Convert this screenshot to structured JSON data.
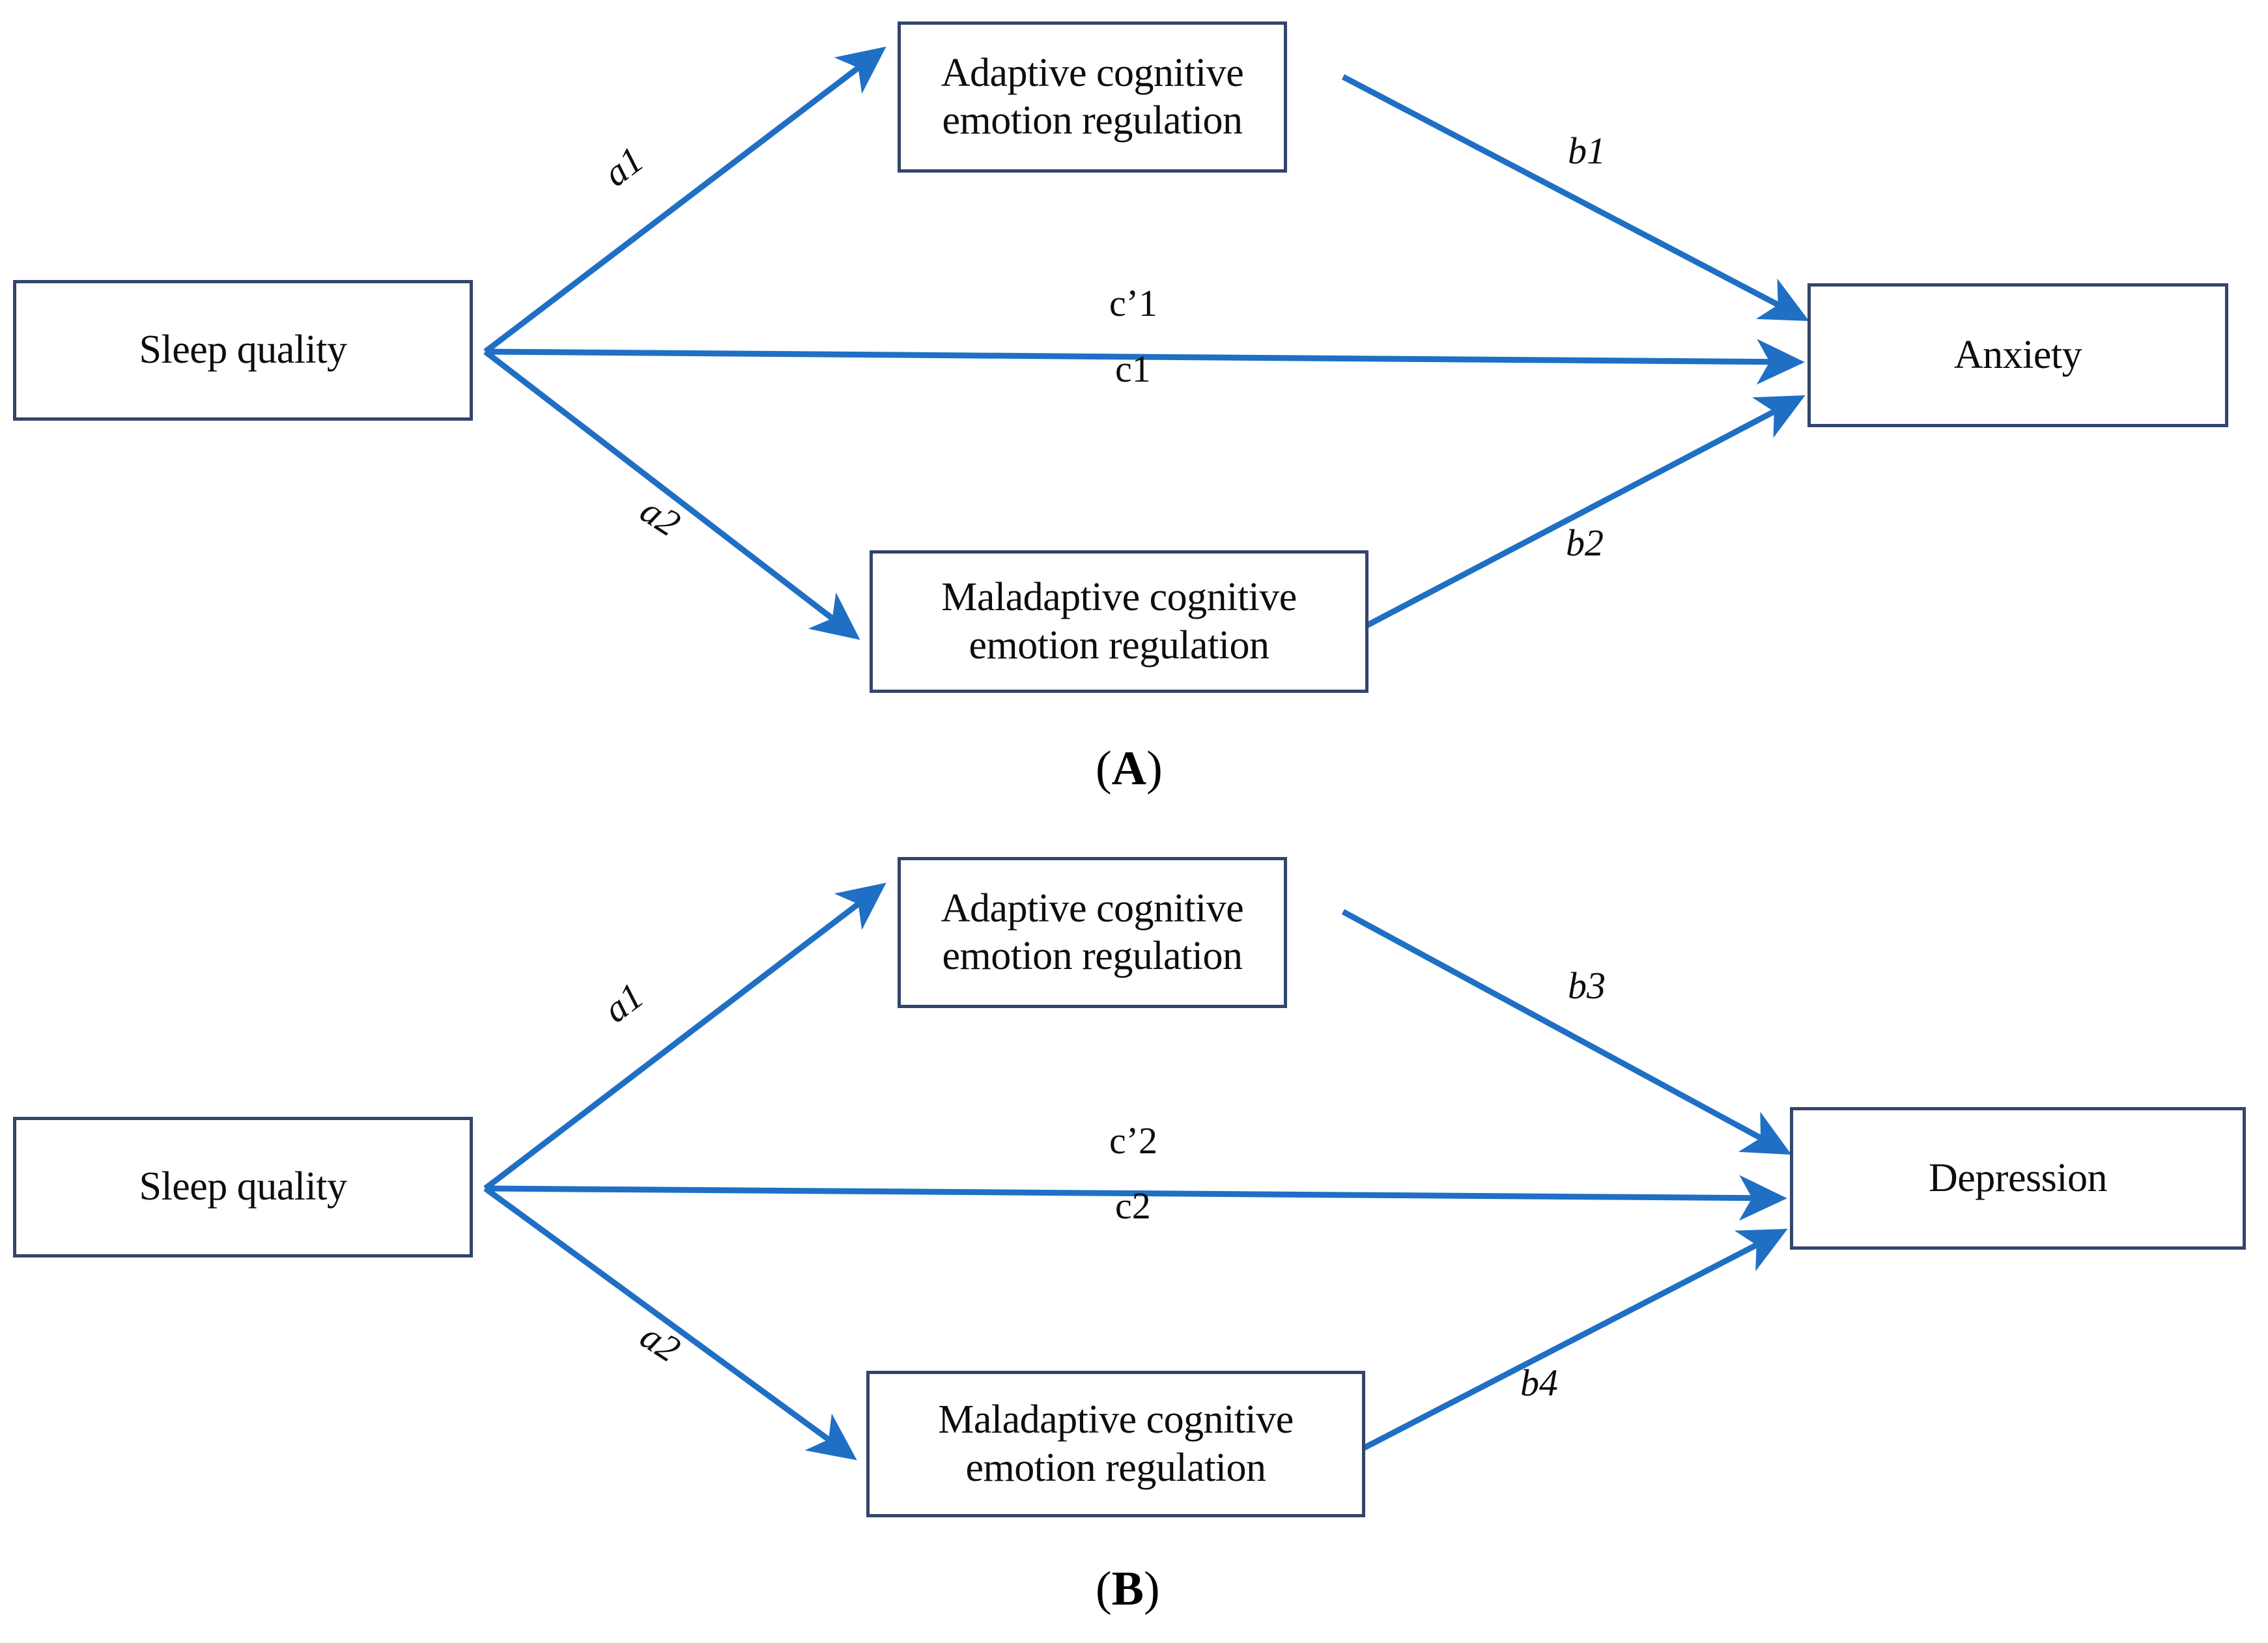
{
  "figure": {
    "type": "mediation-path-diagram",
    "accent_color": "#1f6fc4",
    "box_border_color": "#33456b",
    "text_color": "#0d0d0d",
    "background": "#ffffff"
  },
  "panels": [
    {
      "id": "A",
      "caption_open": "(",
      "caption_letter": "A",
      "caption_close": ")",
      "nodes": {
        "predictor": "Sleep quality",
        "mediator_top": "Adaptive cognitive emotion regulation",
        "mediator_bottom": "Maladaptive cognitive emotion regulation",
        "outcome": "Anxiety"
      },
      "paths": [
        {
          "label": "a1",
          "from": "Sleep quality",
          "to": "Adaptive cognitive emotion regulation",
          "style": "italic"
        },
        {
          "label": "a2",
          "from": "Sleep quality",
          "to": "Maladaptive cognitive emotion regulation",
          "style": "italic"
        },
        {
          "label": "b1",
          "from": "Adaptive cognitive emotion regulation",
          "to": "Anxiety",
          "style": "italic"
        },
        {
          "label": "b2",
          "from": "Maladaptive cognitive emotion regulation",
          "to": "Anxiety",
          "style": "italic"
        },
        {
          "label": "c’1",
          "from": "Sleep quality",
          "to": "Anxiety",
          "style": "upright"
        },
        {
          "label": "c1",
          "from": "Sleep quality",
          "to": "Anxiety",
          "style": "upright"
        }
      ]
    },
    {
      "id": "B",
      "caption_open": "(",
      "caption_letter": "B",
      "caption_close": ")",
      "nodes": {
        "predictor": "Sleep quality",
        "mediator_top": "Adaptive cognitive emotion regulation",
        "mediator_bottom": "Maladaptive cognitive emotion regulation",
        "outcome": "Depression"
      },
      "paths": [
        {
          "label": "a1",
          "from": "Sleep quality",
          "to": "Adaptive cognitive emotion regulation",
          "style": "italic"
        },
        {
          "label": "a2",
          "from": "Sleep quality",
          "to": "Maladaptive cognitive emotion regulation",
          "style": "italic"
        },
        {
          "label": "b3",
          "from": "Adaptive cognitive emotion regulation",
          "to": "Depression",
          "style": "italic"
        },
        {
          "label": "b4",
          "from": "Maladaptive cognitive emotion regulation",
          "to": "Depression",
          "style": "italic"
        },
        {
          "label": "c’2",
          "from": "Sleep quality",
          "to": "Depression",
          "style": "upright"
        },
        {
          "label": "c2",
          "from": "Sleep quality",
          "to": "Depression",
          "style": "upright"
        }
      ]
    }
  ]
}
